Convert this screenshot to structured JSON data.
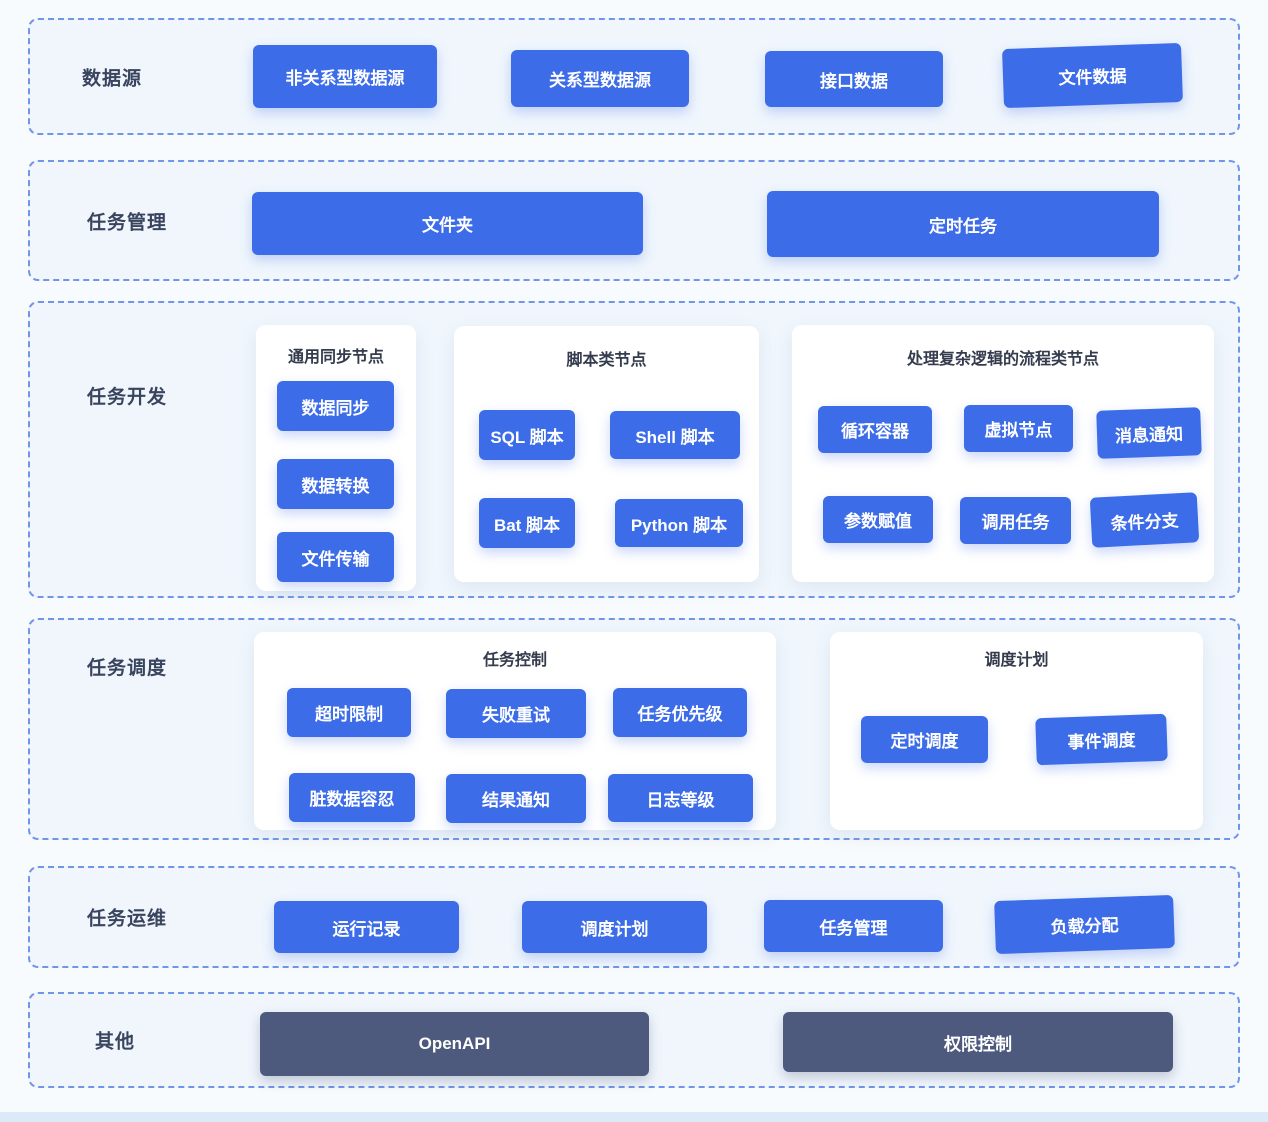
{
  "colors": {
    "primary_blue": "#3c6ce8",
    "dark_slate": "#4e5a7d",
    "dashed_border": "#7096e8",
    "section_bg": "#f0f6fc",
    "page_bg": "#f8fbfd"
  },
  "sections": [
    {
      "label": "数据源",
      "buttons": [
        "非关系型数据源",
        "关系型数据源",
        "接口数据",
        "文件数据"
      ]
    },
    {
      "label": "任务管理",
      "buttons": [
        "文件夹",
        "定时任务"
      ]
    },
    {
      "label": "任务开发",
      "cards": [
        {
          "title": "通用同步节点",
          "buttons": [
            "数据同步",
            "数据转换",
            "文件传输"
          ]
        },
        {
          "title": "脚本类节点",
          "buttons": [
            "SQL 脚本",
            "Shell 脚本",
            "Bat 脚本",
            "Python 脚本"
          ]
        },
        {
          "title": "处理复杂逻辑的流程类节点",
          "buttons": [
            "循环容器",
            "虚拟节点",
            "消息通知",
            "参数赋值",
            "调用任务",
            "条件分支"
          ]
        }
      ]
    },
    {
      "label": "任务调度",
      "cards": [
        {
          "title": "任务控制",
          "buttons": [
            "超时限制",
            "失败重试",
            "任务优先级",
            "脏数据容忍",
            "结果通知",
            "日志等级"
          ]
        },
        {
          "title": "调度计划",
          "buttons": [
            "定时调度",
            "事件调度"
          ]
        }
      ]
    },
    {
      "label": "任务运维",
      "buttons": [
        "运行记录",
        "调度计划",
        "任务管理",
        "负载分配"
      ]
    },
    {
      "label": "其他",
      "buttons": [
        "OpenAPI",
        "权限控制"
      ]
    }
  ]
}
